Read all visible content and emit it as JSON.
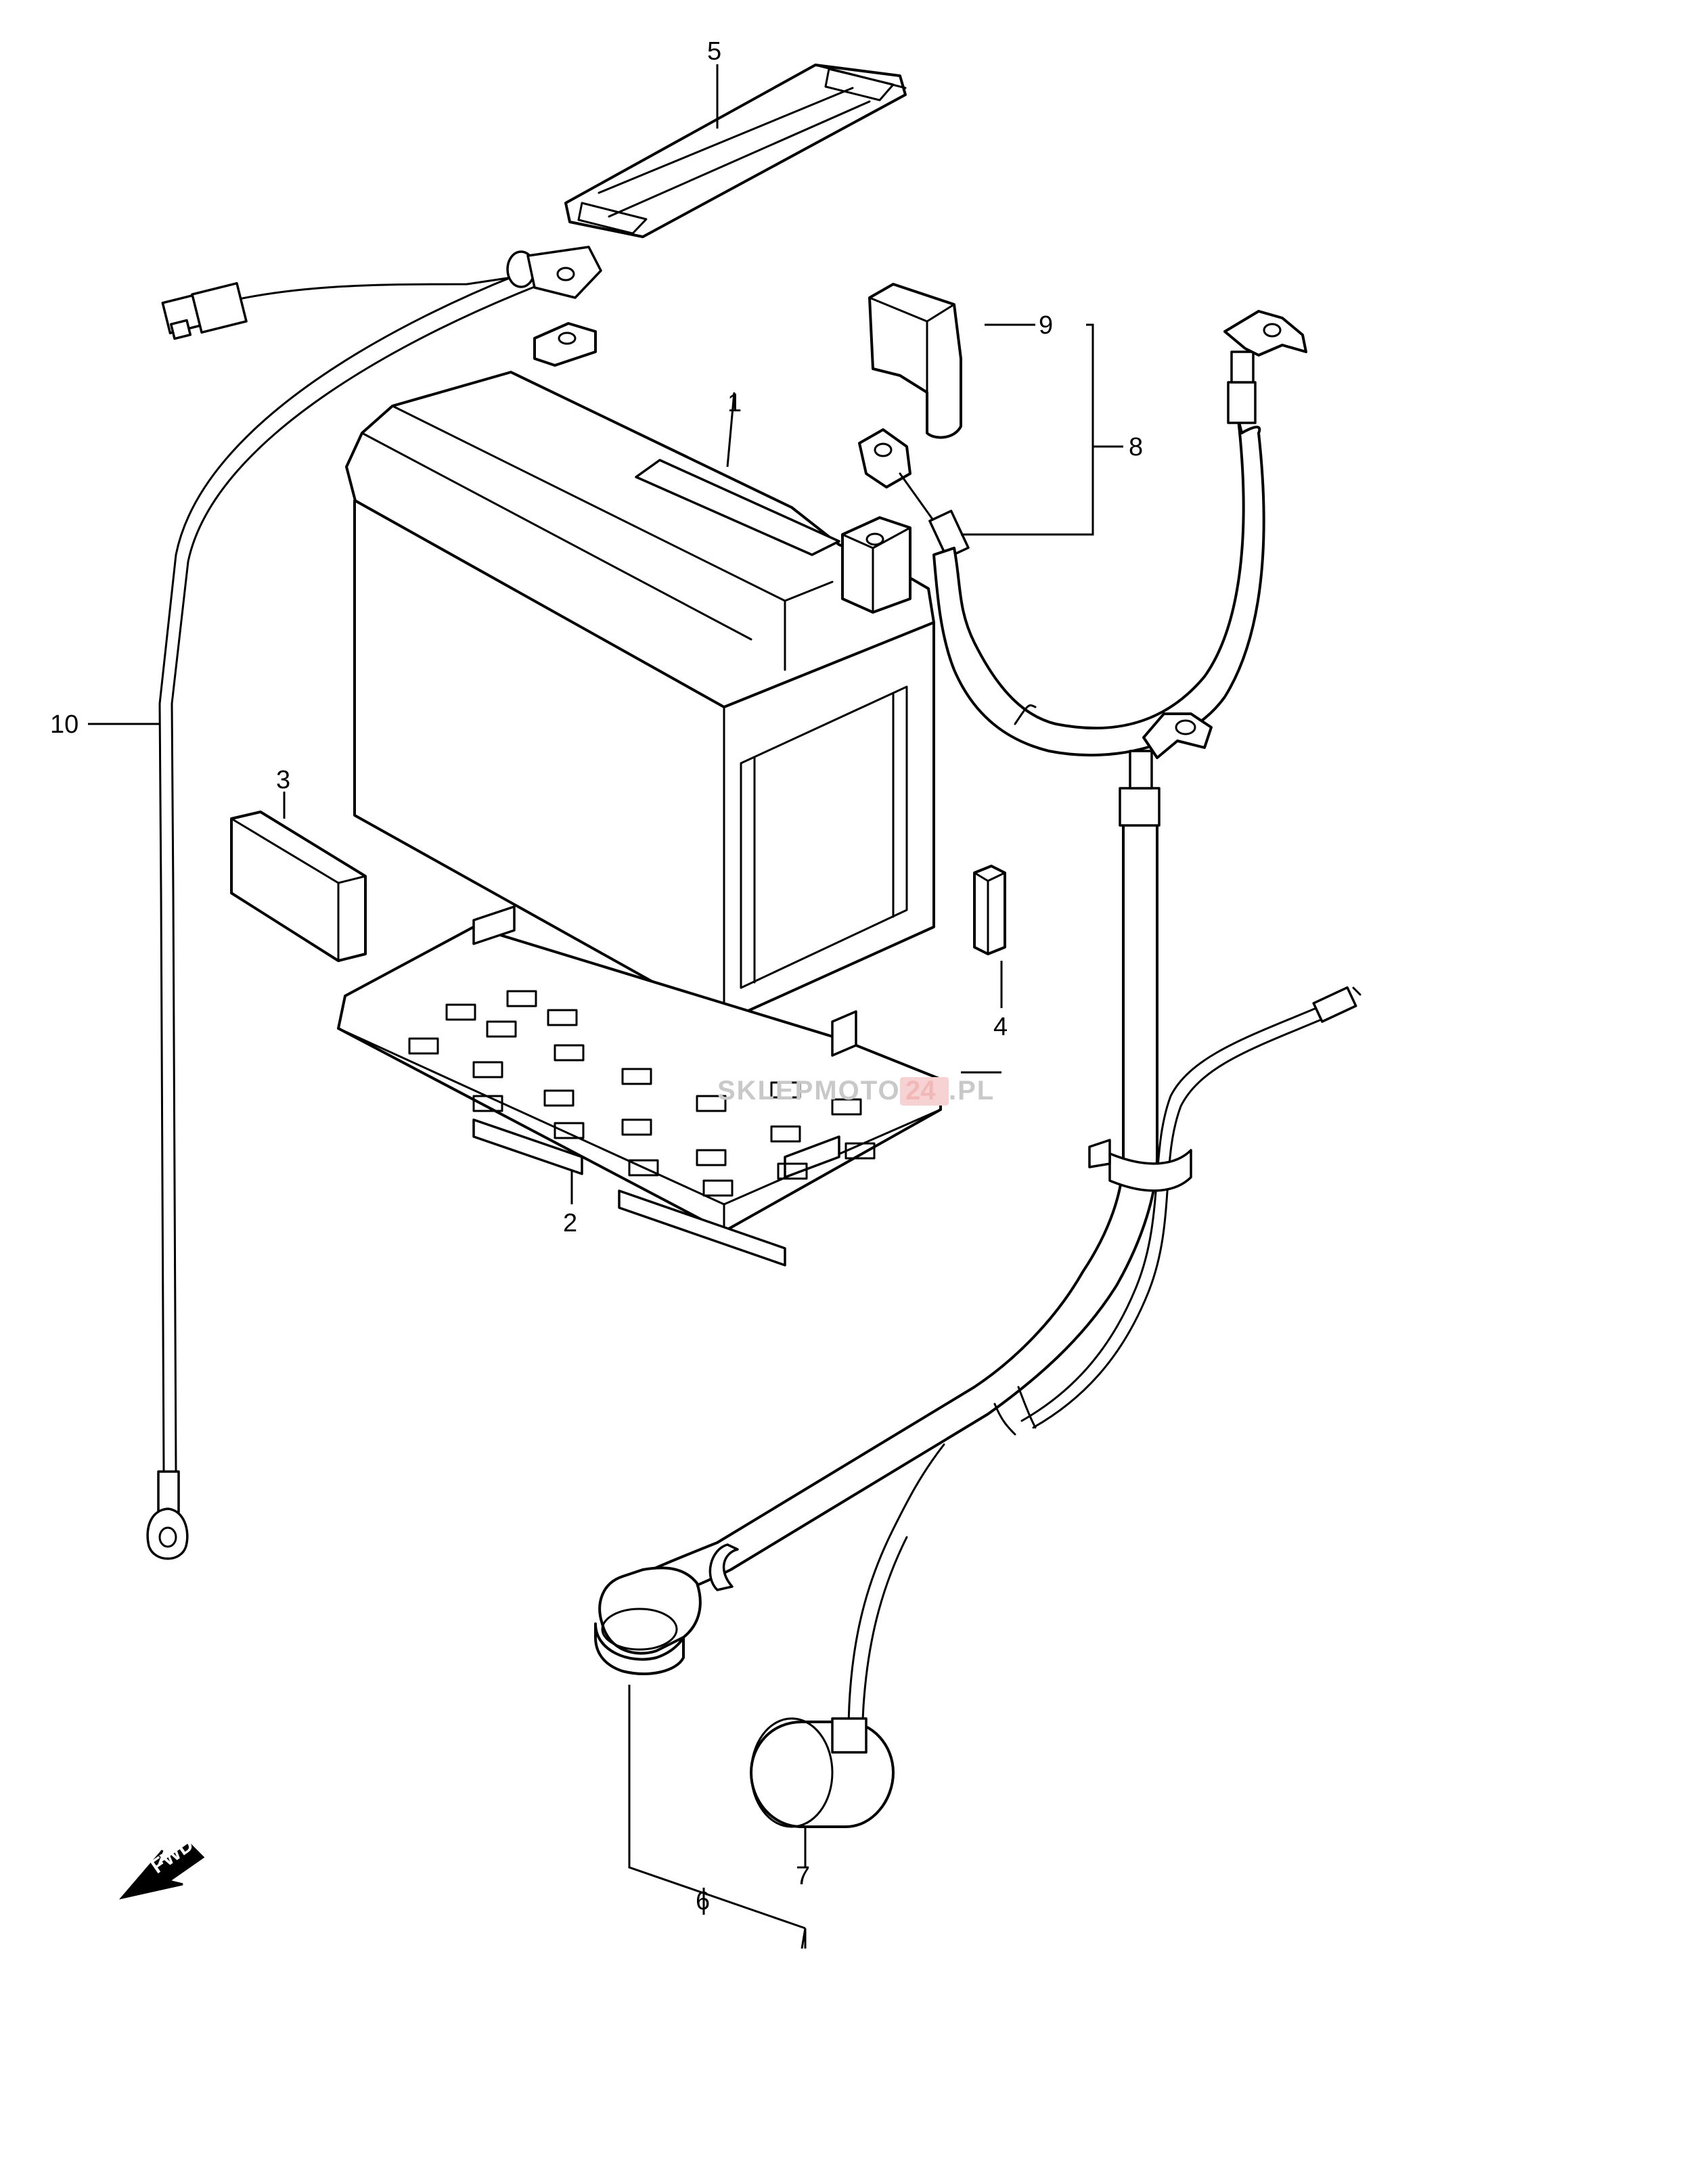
{
  "labels": {
    "p1": "1",
    "p2": "2",
    "p3": "3",
    "p4": "4",
    "p5": "5",
    "p6": "6",
    "p7": "7",
    "p8": "8",
    "p9": "9",
    "p10": "10"
  },
  "fwd_label": "FWD",
  "watermark": {
    "left": "SKLEPMOTO",
    "mid": "24",
    "right": ".PL"
  }
}
